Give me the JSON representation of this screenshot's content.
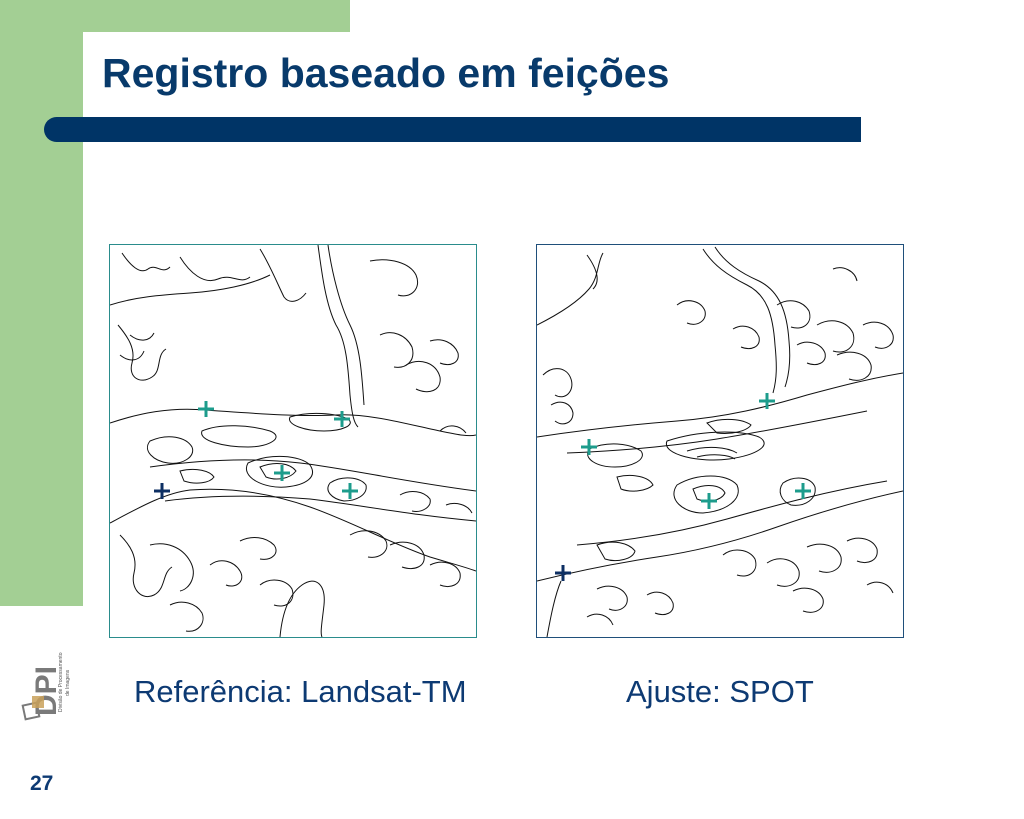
{
  "slide": {
    "title": "Registro baseado em feições",
    "number": "27"
  },
  "maps": {
    "reference": {
      "caption": "Referência: Landsat-TM"
    },
    "adjust": {
      "caption": "Ajuste: SPOT"
    }
  },
  "logo": {
    "text": "DPI",
    "subtitle": "Divisão de Processamento de Imagens",
    "colors": [
      "#7a7a7a",
      "#c9a15a"
    ]
  },
  "colors": {
    "title": "#083a6b",
    "accent_bar": "#003466",
    "background_band": "#a3cf94",
    "marker_teal": "#1d9c8c",
    "marker_navy": "#0d2f63"
  }
}
